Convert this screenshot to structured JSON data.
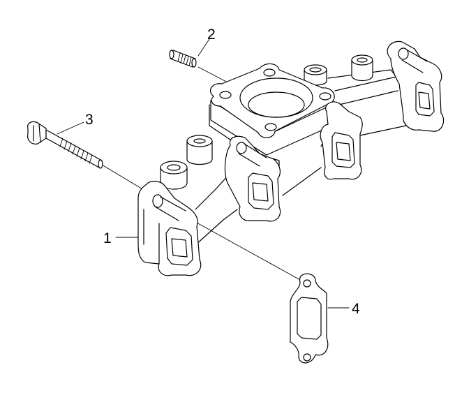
{
  "diagram": {
    "type": "exploded-parts-diagram",
    "line_color": "#000000",
    "background": "#ffffff",
    "parts": [
      {
        "callout": "1",
        "part": "exhaust-manifold"
      },
      {
        "callout": "2",
        "part": "stud"
      },
      {
        "callout": "3",
        "part": "bolt"
      },
      {
        "callout": "4",
        "part": "gasket"
      }
    ]
  }
}
